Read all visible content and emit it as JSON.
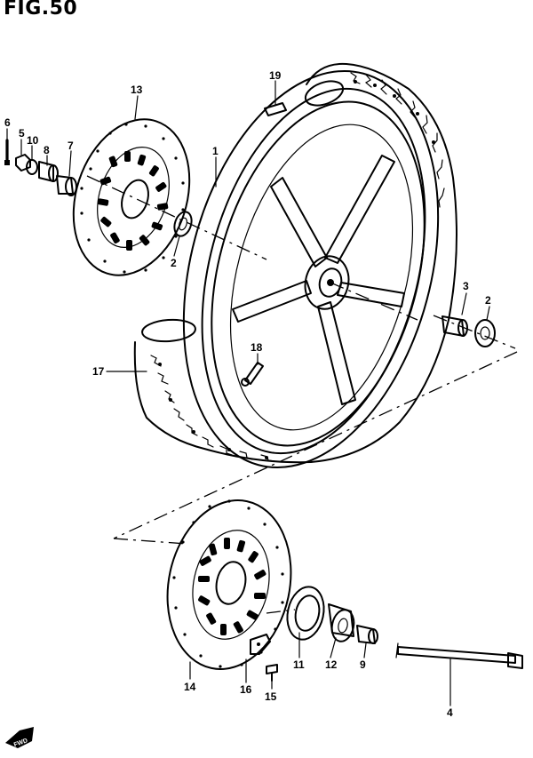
{
  "figure": {
    "title": "FIG.50"
  },
  "callouts": [
    {
      "id": "c6",
      "label": "6"
    },
    {
      "id": "c5",
      "label": "5"
    },
    {
      "id": "c10",
      "label": "10"
    },
    {
      "id": "c8",
      "label": "8"
    },
    {
      "id": "c7",
      "label": "7"
    },
    {
      "id": "c13",
      "label": "13"
    },
    {
      "id": "c19",
      "label": "19"
    },
    {
      "id": "c1",
      "label": "1"
    },
    {
      "id": "c2a",
      "label": "2"
    },
    {
      "id": "c3",
      "label": "3"
    },
    {
      "id": "c2b",
      "label": "2"
    },
    {
      "id": "c18",
      "label": "18"
    },
    {
      "id": "c17",
      "label": "17"
    },
    {
      "id": "c14",
      "label": "14"
    },
    {
      "id": "c16",
      "label": "16"
    },
    {
      "id": "c15",
      "label": "15"
    },
    {
      "id": "c11",
      "label": "11"
    },
    {
      "id": "c12",
      "label": "12"
    },
    {
      "id": "c9",
      "label": "9"
    },
    {
      "id": "c4",
      "label": "4"
    }
  ],
  "direction_marker": {
    "label": "FWD",
    "icon": "front-arrow-icon"
  }
}
